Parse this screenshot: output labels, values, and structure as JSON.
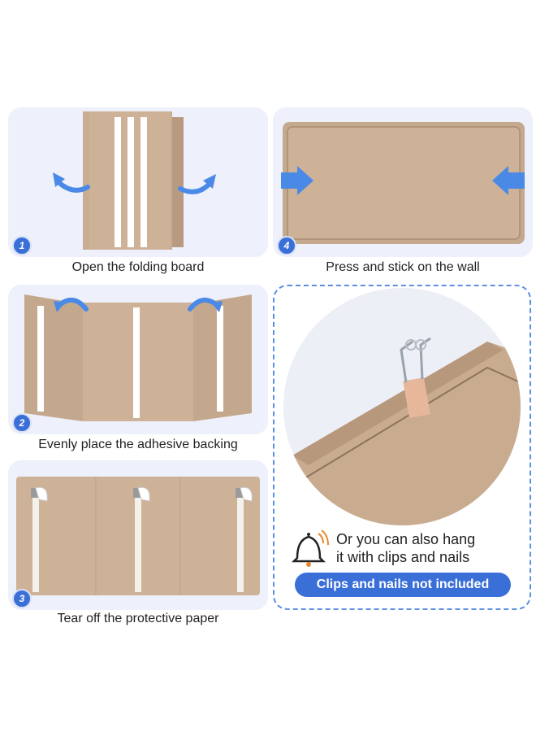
{
  "steps": [
    {
      "number": "1",
      "caption": "Open the folding board"
    },
    {
      "number": "2",
      "caption": "Evenly place the adhesive backing"
    },
    {
      "number": "3",
      "caption": "Tear off the protective paper"
    },
    {
      "number": "4",
      "caption": "Press and stick on the wall"
    }
  ],
  "hang_note": {
    "line1": "Or you can also hang",
    "line2": "it with clips and nails",
    "badge": "Clips and nails not included"
  },
  "icons": {
    "arrow": "curved-arrow-icon",
    "press": "press-arrow-icon",
    "bell": "bell-icon"
  },
  "colors": {
    "board": "#c9ad92",
    "accent": "#3a6fd8",
    "panel": "#eef0fb",
    "arrow": "#4a8ae6"
  }
}
